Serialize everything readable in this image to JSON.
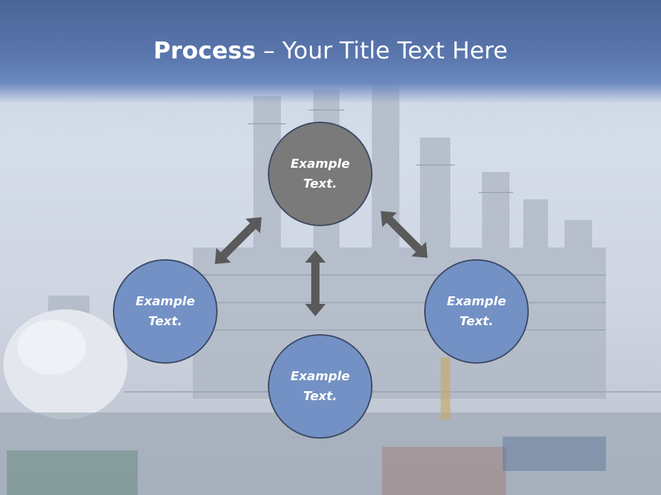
{
  "title": {
    "bold": "Process",
    "rest": " – Your Title Text Here"
  },
  "nodes": {
    "top": "Example\nText.",
    "left": "Example\nText.",
    "right": "Example\nText.",
    "bottom": "Example\nText."
  },
  "colors": {
    "title_band": "#5a77ad",
    "node_gray": "#7a7a7a",
    "node_blue": "#7391c4",
    "arrow": "#5a5a5a"
  }
}
